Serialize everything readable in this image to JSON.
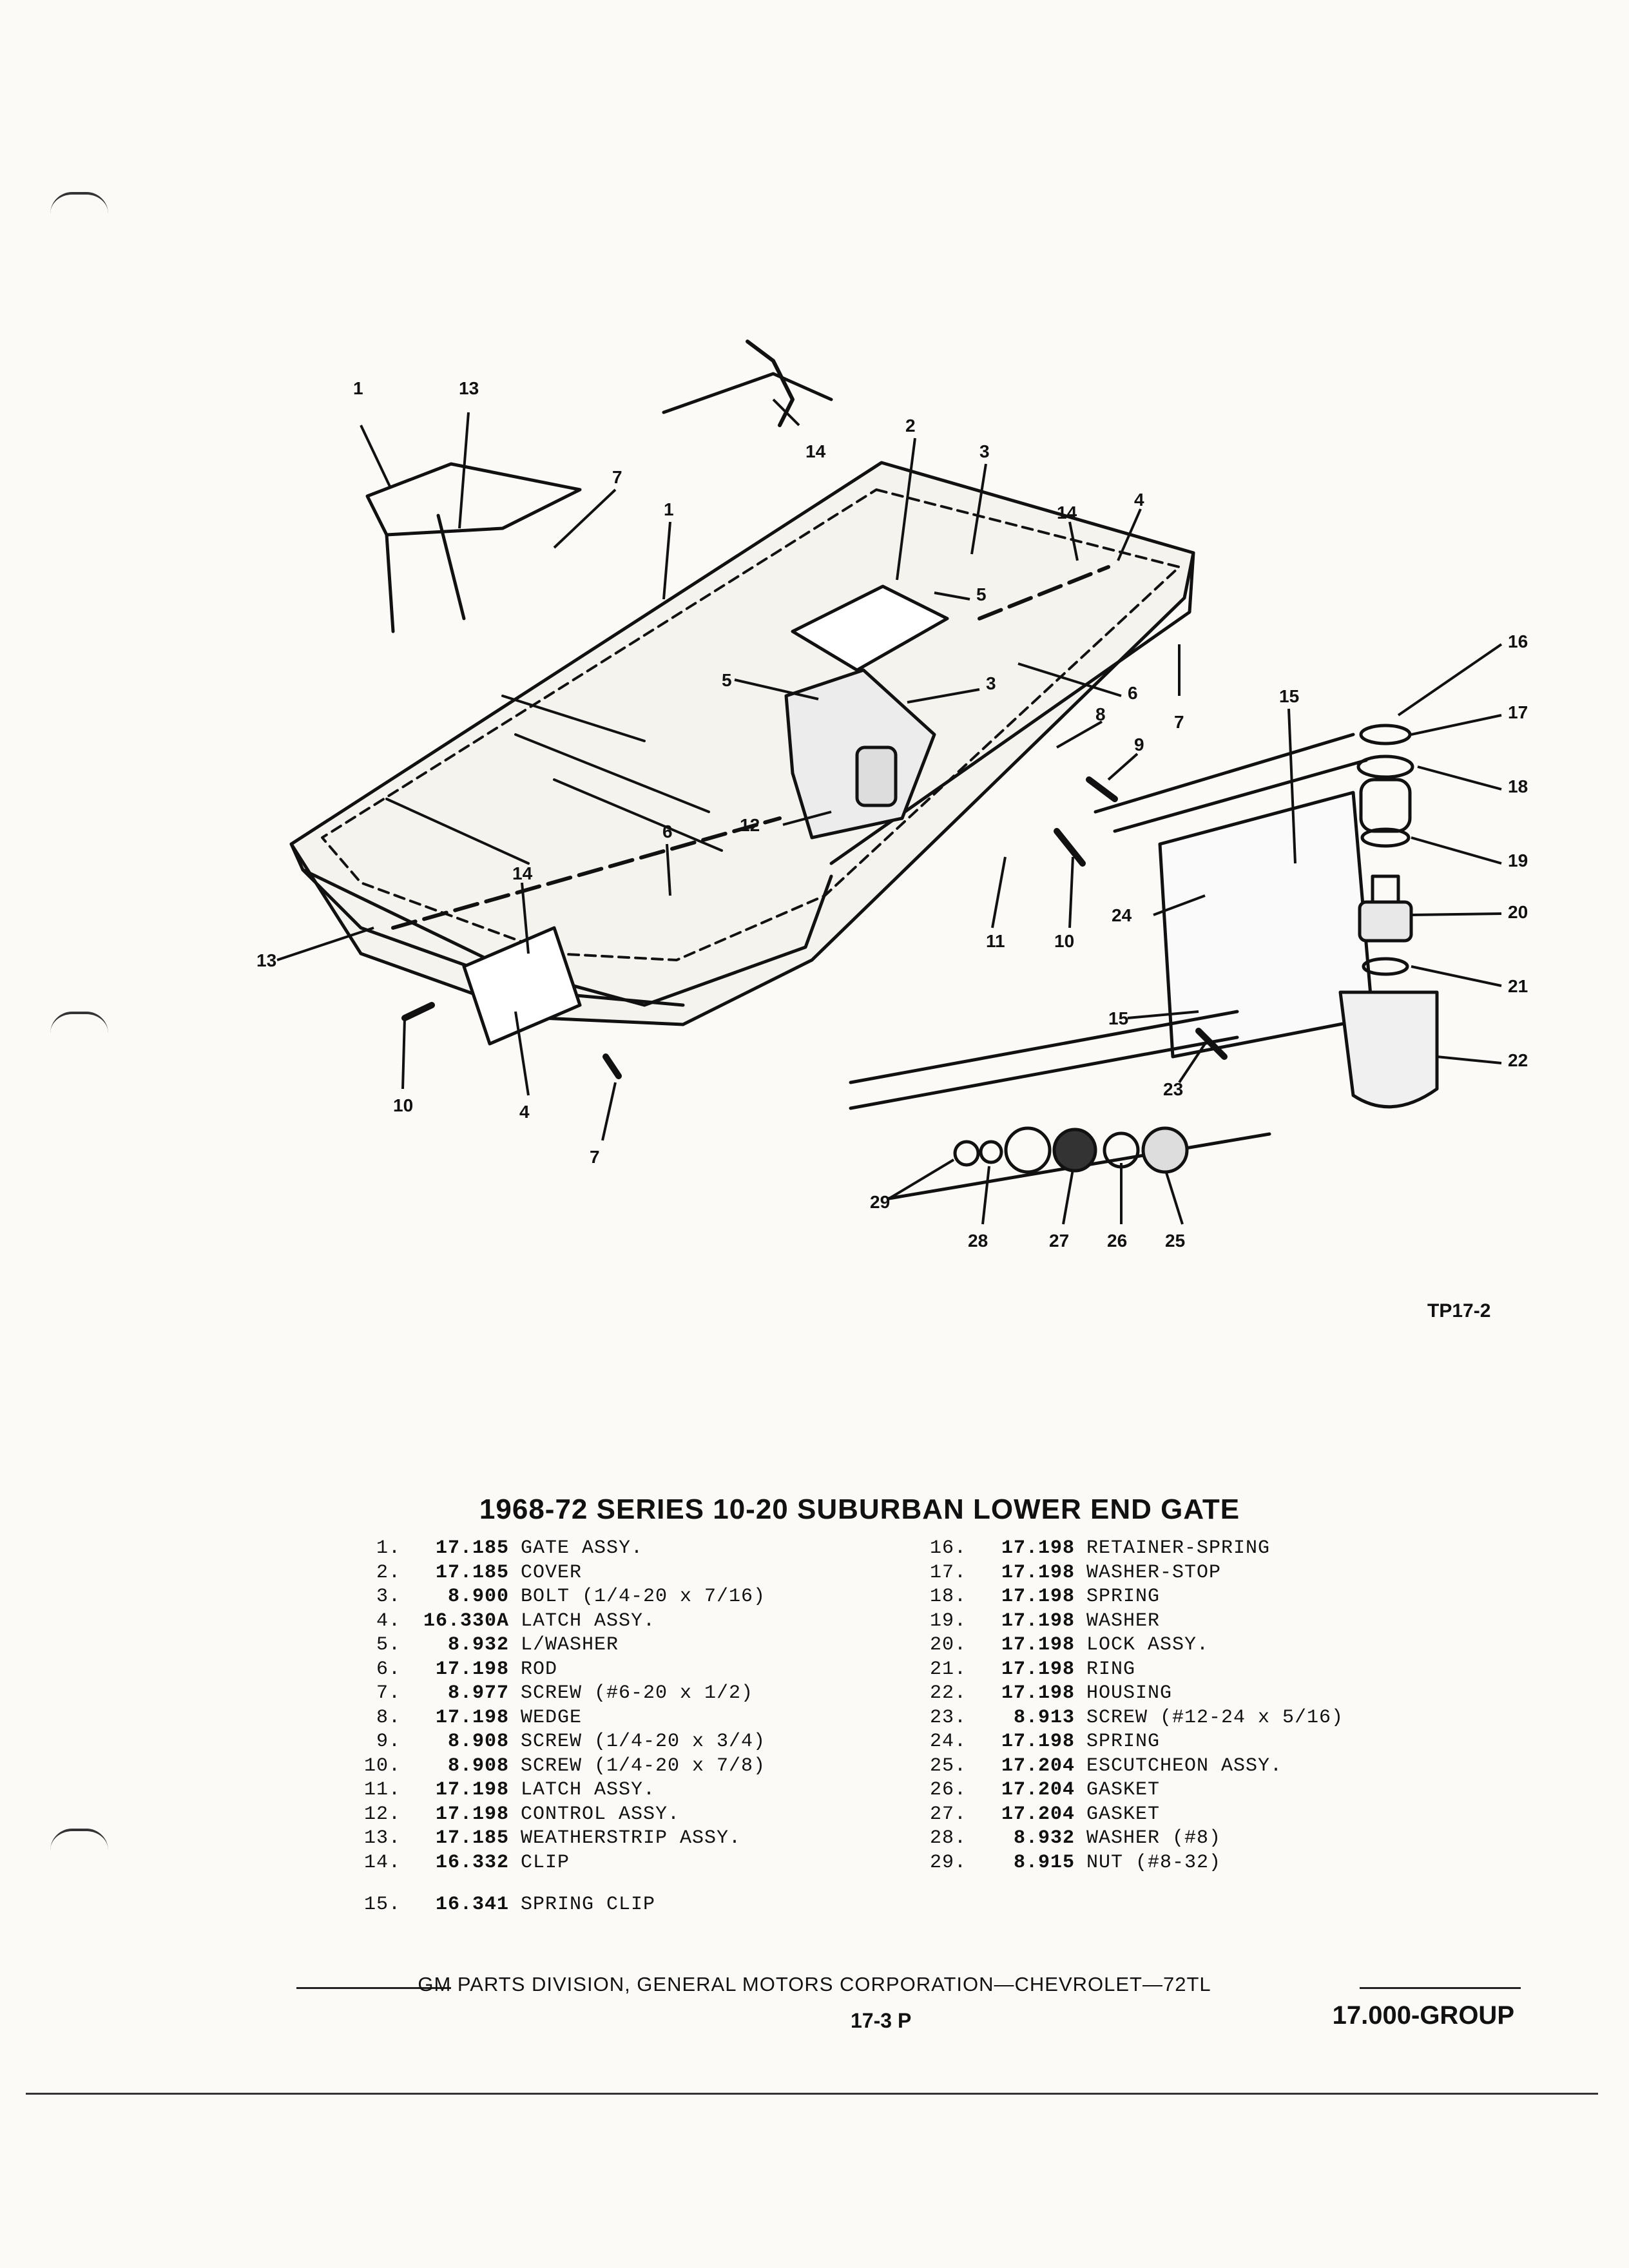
{
  "figure": {
    "code": "TP17-2",
    "callouts": [
      "1",
      "13",
      "14",
      "2",
      "3",
      "1",
      "7",
      "5",
      "14",
      "4",
      "16",
      "17",
      "18",
      "19",
      "20",
      "21",
      "22",
      "15",
      "5",
      "3",
      "6",
      "7",
      "8",
      "9",
      "12",
      "6",
      "14",
      "13",
      "10",
      "4",
      "7",
      "11",
      "10",
      "24",
      "15",
      "23",
      "29",
      "28",
      "27",
      "26",
      "25"
    ]
  },
  "title": "1968-72 SERIES 10-20 SUBURBAN LOWER END GATE",
  "parts_left": [
    {
      "num": "1.",
      "code": "17.185",
      "desc": "GATE ASSY."
    },
    {
      "num": "2.",
      "code": "17.185",
      "desc": "COVER"
    },
    {
      "num": "3.",
      "code": "8.900",
      "desc": "BOLT (1/4-20 x 7/16)"
    },
    {
      "num": "4.",
      "code": "16.330A",
      "desc": "LATCH ASSY."
    },
    {
      "num": "5.",
      "code": "8.932",
      "desc": "L/WASHER"
    },
    {
      "num": "6.",
      "code": "17.198",
      "desc": "ROD"
    },
    {
      "num": "7.",
      "code": "8.977",
      "desc": "SCREW (#6-20 x 1/2)"
    },
    {
      "num": "8.",
      "code": "17.198",
      "desc": "WEDGE"
    },
    {
      "num": "9.",
      "code": "8.908",
      "desc": "SCREW (1/4-20 x 3/4)"
    },
    {
      "num": "10.",
      "code": "8.908",
      "desc": "SCREW (1/4-20 x 7/8)"
    },
    {
      "num": "11.",
      "code": "17.198",
      "desc": "LATCH ASSY."
    },
    {
      "num": "12.",
      "code": "17.198",
      "desc": "CONTROL ASSY."
    },
    {
      "num": "13.",
      "code": "17.185",
      "desc": "WEATHERSTRIP ASSY."
    },
    {
      "num": "14.",
      "code": "16.332",
      "desc": "CLIP"
    }
  ],
  "part_15": {
    "num": "15.",
    "code": "16.341",
    "desc": "SPRING CLIP"
  },
  "parts_right": [
    {
      "num": "16.",
      "code": "17.198",
      "desc": "RETAINER-SPRING"
    },
    {
      "num": "17.",
      "code": "17.198",
      "desc": "WASHER-STOP"
    },
    {
      "num": "18.",
      "code": "17.198",
      "desc": "SPRING"
    },
    {
      "num": "19.",
      "code": "17.198",
      "desc": "WASHER"
    },
    {
      "num": "20.",
      "code": "17.198",
      "desc": "LOCK ASSY."
    },
    {
      "num": "21.",
      "code": "17.198",
      "desc": "RING"
    },
    {
      "num": "22.",
      "code": "17.198",
      "desc": "HOUSING"
    },
    {
      "num": "23.",
      "code": "8.913",
      "desc": "SCREW (#12-24 x 5/16)"
    },
    {
      "num": "24.",
      "code": "17.198",
      "desc": "SPRING"
    },
    {
      "num": "25.",
      "code": "17.204",
      "desc": "ESCUTCHEON ASSY."
    },
    {
      "num": "26.",
      "code": "17.204",
      "desc": "GASKET"
    },
    {
      "num": "27.",
      "code": "17.204",
      "desc": "GASKET"
    },
    {
      "num": "28.",
      "code": "8.932",
      "desc": "WASHER (#8)"
    },
    {
      "num": "29.",
      "code": "8.915",
      "desc": "NUT (#8-32)"
    }
  ],
  "footer": {
    "line": "GM PARTS DIVISION, GENERAL MOTORS CORPORATION—CHEVROLET—72TL",
    "page": "17-3 P",
    "group": "17.000-GROUP"
  }
}
